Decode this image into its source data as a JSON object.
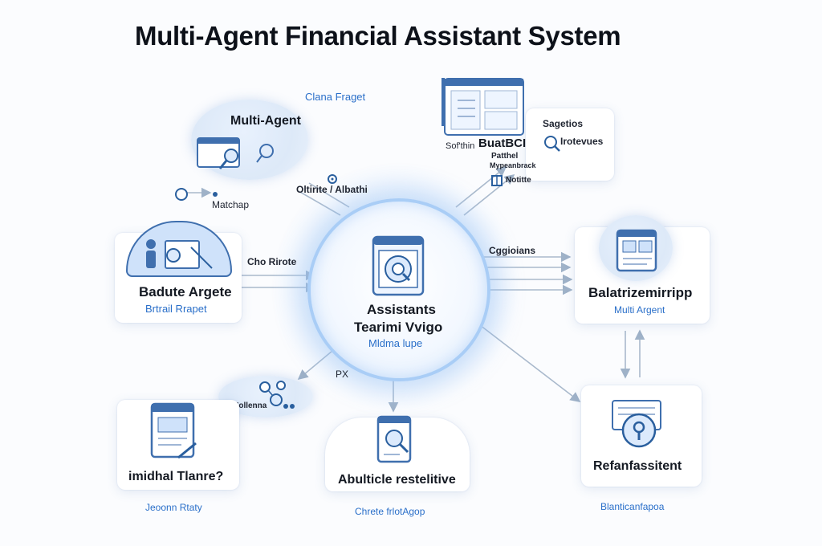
{
  "title": "Multi-Agent Financial Assistant System",
  "hub": {
    "title_line1": "Assistants",
    "title_line2": "Tearimi Vvigo",
    "subtitle": "Mldma lupe"
  },
  "top_left": {
    "heading": "Multi-Agent",
    "caption": "Matchap"
  },
  "top_center": {
    "label": "Clana Fraget"
  },
  "top_right": {
    "label_bottom": "Sof'thin",
    "label_main": "BuatBCI",
    "item1": "Sagetios",
    "item2": "Irotevues",
    "item3": "Patthel",
    "item4": "Mypeanbrack",
    "item5": "Notitte"
  },
  "left": {
    "heading": "Badute Argete",
    "subtitle": "Brtrail Rrapet"
  },
  "right": {
    "heading": "Balatrizemirripp",
    "subtitle": "Multi Argent"
  },
  "bottom_left": {
    "heading": "imidhal Tlanre?",
    "caption": "Jeoonn Rtaty"
  },
  "bottom_center": {
    "heading": "Abulticle restelitive",
    "caption": "Chrete frlotAgop"
  },
  "bottom_right": {
    "heading": "Refanfassitent",
    "caption": "Blanticanfapoa"
  },
  "small_node": {
    "label": "Mollenna"
  },
  "edges": {
    "top_left": "Oltirite / Albathi",
    "left": "Cho Rirote",
    "right": "Cggioians",
    "bottom_left": "PX"
  },
  "colors": {
    "accent": "#2a6fc9",
    "line": "#9fb2c8",
    "ring": "#a9cdf6"
  }
}
